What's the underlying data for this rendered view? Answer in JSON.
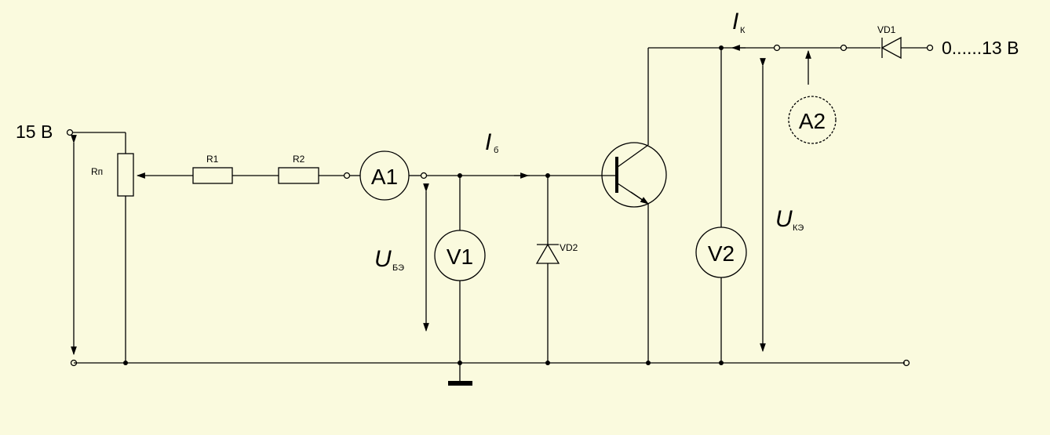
{
  "labels": {
    "supply_left": "15 В",
    "supply_right": "0......13 В",
    "pot": "Rп",
    "r1": "R1",
    "r2": "R2",
    "vd1": "VD1",
    "vd2": "VD2"
  },
  "meters": {
    "a1": "A1",
    "a2": "A2",
    "v1": "V1",
    "v2": "V2"
  },
  "quantities": {
    "ib": {
      "sym": "I",
      "sub": "б"
    },
    "ik": {
      "sym": "I",
      "sub": "К"
    },
    "ube": {
      "sym": "U",
      "sub": "БЭ"
    },
    "uke": {
      "sym": "U",
      "sub": "КЭ"
    }
  }
}
